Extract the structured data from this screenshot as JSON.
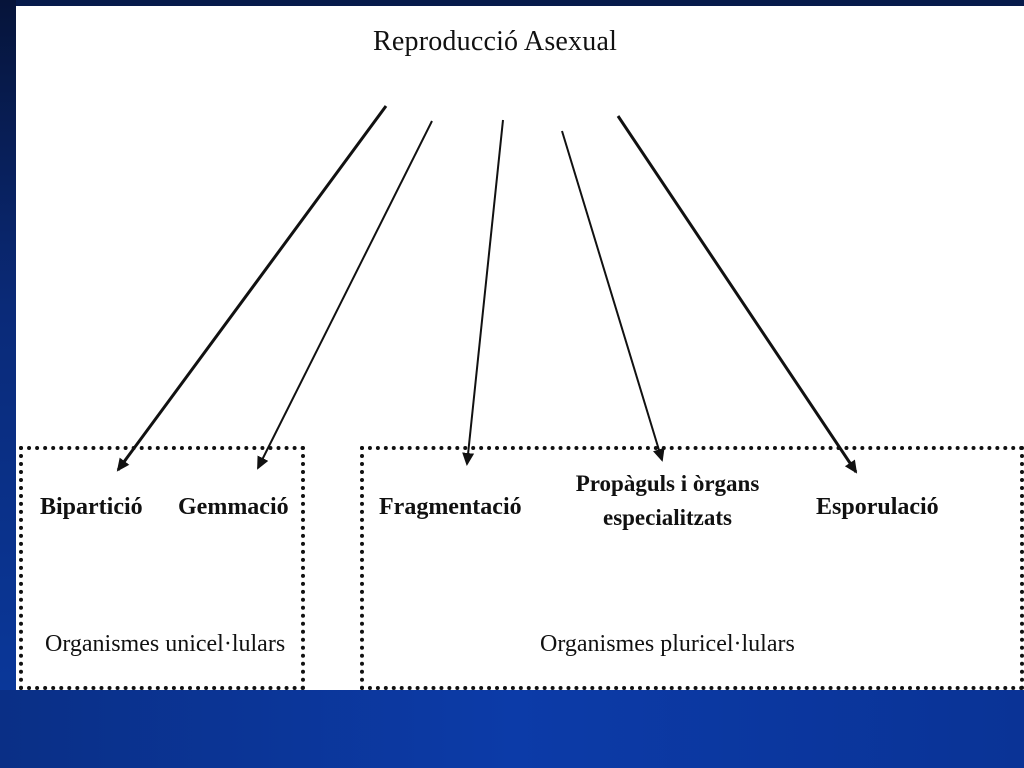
{
  "title": "Reproducció Asexual",
  "groups": {
    "unicellular": {
      "label": "Organismes unicel·lulars",
      "items": [
        "Bipartició",
        "Gemmació"
      ]
    },
    "multicellular": {
      "label": "Organismes pluricel·lulars",
      "items": [
        "Fragmentació",
        "Propàguls i òrgans",
        "especialitzats",
        "Esporulació"
      ]
    }
  },
  "colors": {
    "background": "#0a3aa0",
    "panel": "#ffffff",
    "ink": "#111111"
  },
  "icons": {
    "arrows": "arrow-icon"
  }
}
